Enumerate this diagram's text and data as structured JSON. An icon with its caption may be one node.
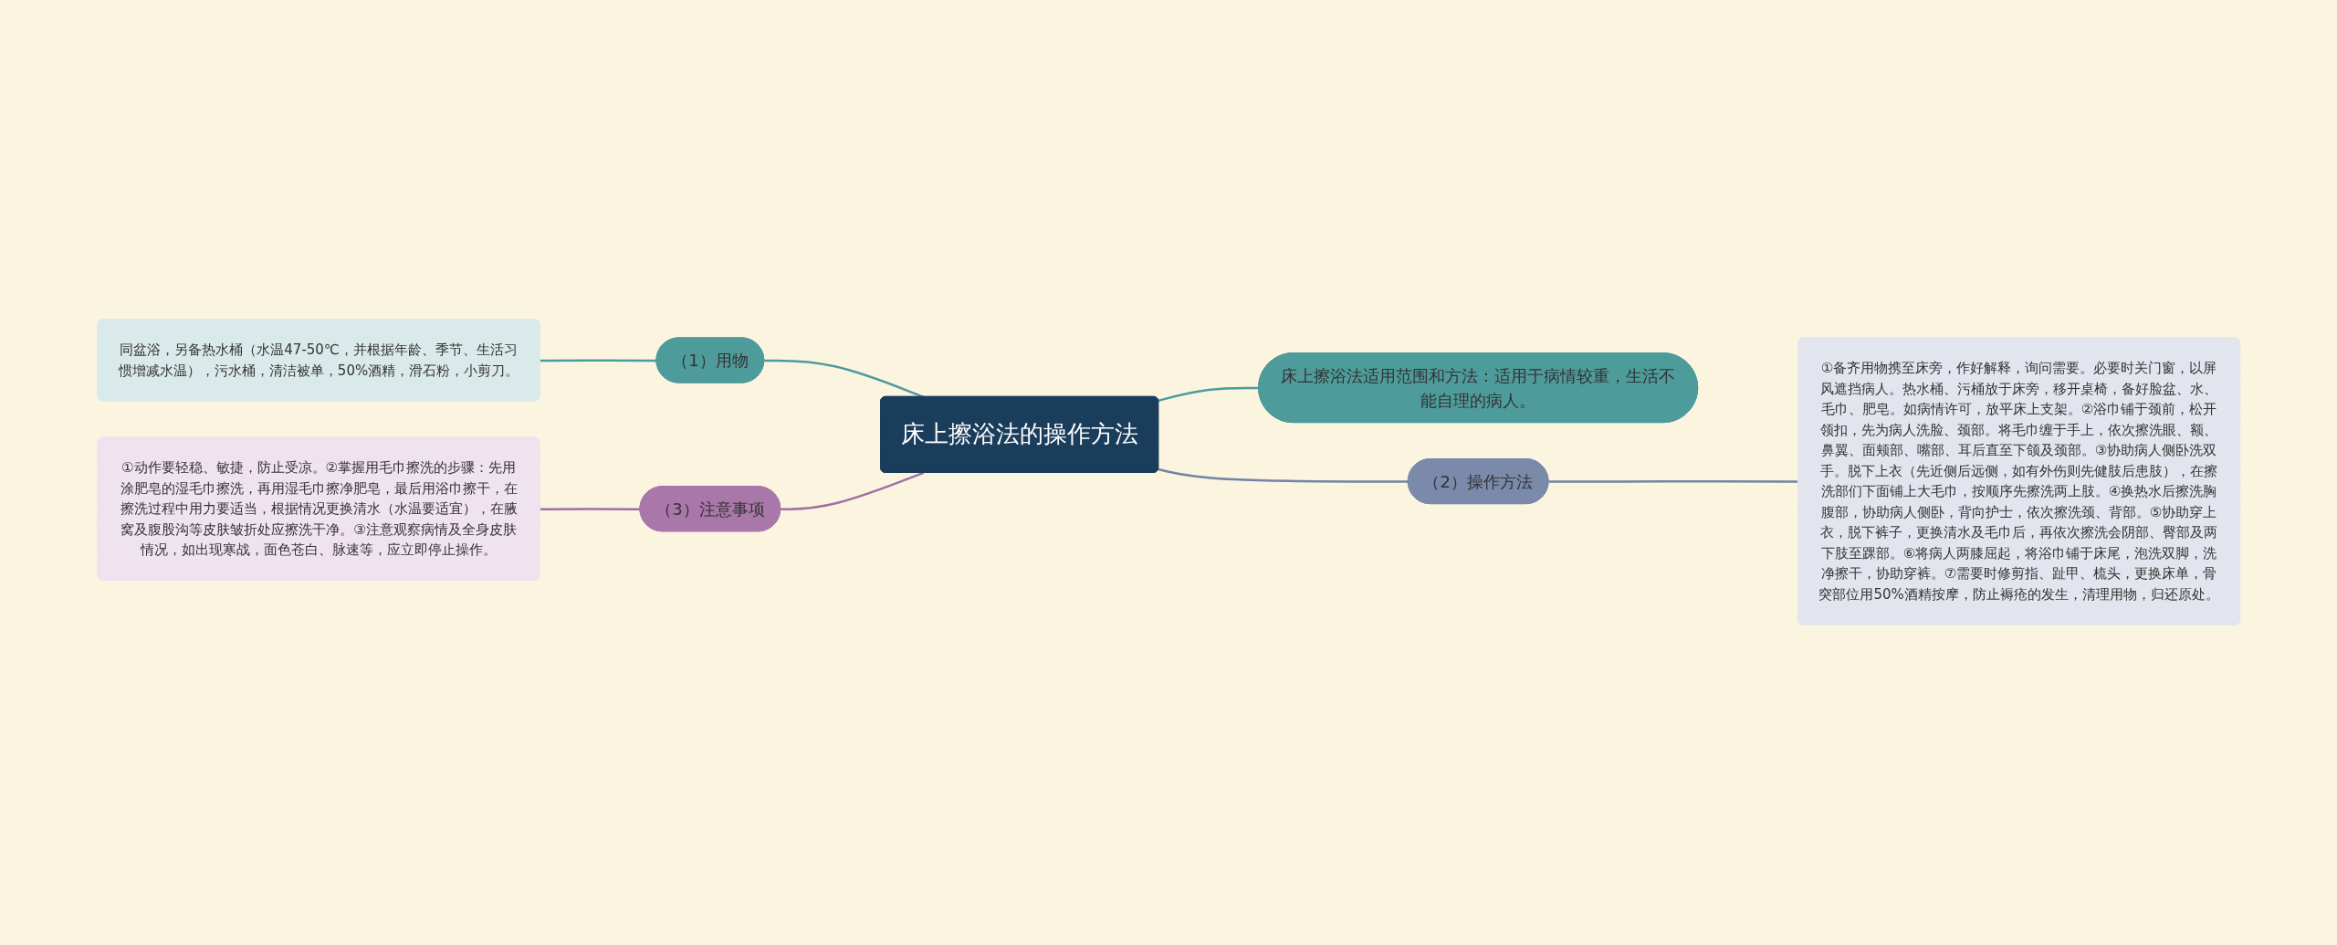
{
  "diagram": {
    "nodes": [
      {
        "text": [
          "床上擦浴法的操作方法"
        ]
      },
      {
        "text": [
          "床上擦浴法适用范围和方法：适用于病情较重，生活不能自理的病人。"
        ]
      },
      {
        "text": [
          "（1）用物"
        ]
      },
      {
        "text": [
          "同盆浴，另备热水桶（水温47-50℃，并根据年龄、季节、生活习惯增减水温），污水桶，清洁被单，50%酒精，滑石粉，小剪刀。"
        ]
      },
      {
        "text": [
          "（3）注意事项"
        ]
      },
      {
        "text": [
          "①动作要轻稳、敏捷，防止受凉。②掌握用毛巾擦洗的步骤：先用涂肥皂的湿毛巾擦洗，再用湿毛巾擦净肥皂，最后用浴巾擦干，在擦洗过程中用力要适当，根据情况更换清水（水温要适宜），在腋窝及腹股沟等皮肤皱折处应擦洗干净。③注意观察病情及全身皮肤情况，如出现寒战，面色苍白、脉速等，应立即停止操作。"
        ]
      },
      {
        "text": [
          "（2）操作方法"
        ]
      },
      {
        "text": [
          "①备齐用物携至床旁，作好解释，询问需要。必要时关门窗，以屏风遮挡病人。热水桶、污桶放于床旁，移开桌椅，备好脸盆、水、毛巾、肥皂。如病情许可，放平床上支架。②浴巾铺于颈前，松开领扣，先为病人洗脸、颈部。将毛巾缠于手上，依次擦洗眼、额、鼻翼、面颊部、嘴部、耳后直至下颌及颈部。③协助病人侧卧洗双手。脱下上衣（先近侧后远侧，如有外伤则先健肢后患肢），在擦洗部们下面铺上大毛巾，按顺序先擦洗两上肢。④换热水后擦洗胸腹部，协助病人侧卧，背向护士，依次擦洗颈、背部。⑤协助穿上衣，脱下裤子，更换清水及毛巾后，再依次擦洗会阴部、臀部及两下肢至踝部。⑥将病人两膝屈起，将浴巾铺于床尾，泡洗双脚，洗净擦干，协助穿裤。⑦需要时修剪指、趾甲、梳头，更换床单，骨突部位用50%酒精按摩，防止褥疮的发生，清理用物，归还原处。"
        ]
      }
    ],
    "edges": [
      {
        "from": 0,
        "to": 1,
        "arrow": "none"
      },
      {
        "from": 2,
        "to": 0,
        "arrow": "none"
      },
      {
        "from": 3,
        "to": 2,
        "arrow": "none"
      },
      {
        "from": 4,
        "to": 0,
        "arrow": "none",
        "color": "#a070a4"
      },
      {
        "from": 5,
        "to": 4,
        "arrow": "none",
        "color": "#a070a4"
      },
      {
        "from": 0,
        "to": 6,
        "arrow": "none",
        "color": "#7283a3"
      },
      {
        "from": 6,
        "to": 7,
        "arrow": "none",
        "color": "#7283a3"
      }
    ]
  }
}
